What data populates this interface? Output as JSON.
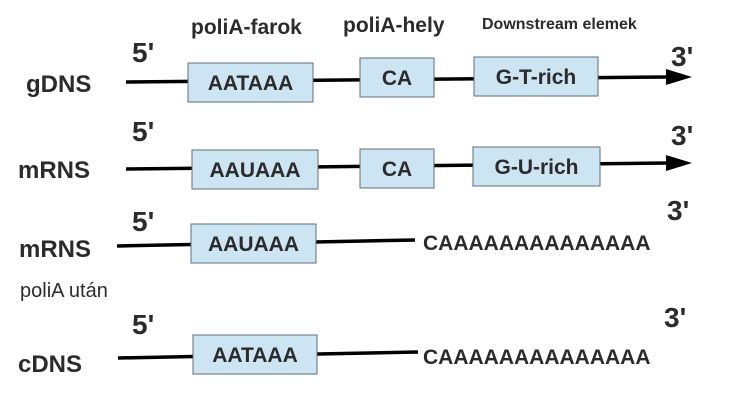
{
  "headers": {
    "tail": "poliA-farok",
    "site": "poliA-hely",
    "downstream": "Downstream elemek"
  },
  "colors": {
    "box_fill": "#cde4f3",
    "box_stroke": "#5f6f7a",
    "line": "#000000",
    "text": "#2b2b2b"
  },
  "rows": [
    {
      "label": "gDNS",
      "five_prime": "5'",
      "three_prime": "3'",
      "signal": "AATAAA",
      "site": "CA",
      "downstream": "G-T-rich"
    },
    {
      "label": "mRNS",
      "five_prime": "5'",
      "three_prime": "3'",
      "signal": "AAUAAA",
      "site": "CA",
      "downstream": "G-U-rich"
    },
    {
      "label": "mRNS",
      "note": "poliA után",
      "five_prime": "5'",
      "three_prime": "3'",
      "signal": "AAUAAA",
      "tail": "CAAAAAAAAAAAAAA"
    },
    {
      "label": "cDNS",
      "five_prime": "5'",
      "three_prime": "3'",
      "signal": "AATAAA",
      "tail": "CAAAAAAAAAAAAAA"
    }
  ]
}
